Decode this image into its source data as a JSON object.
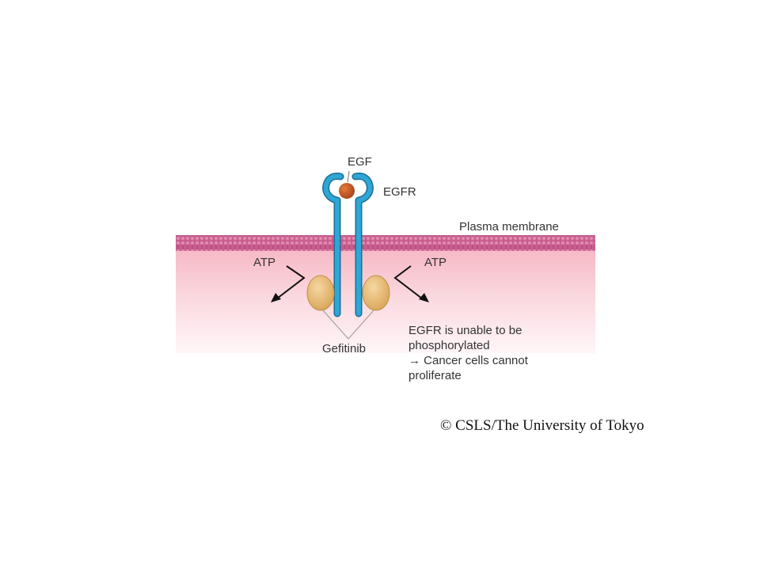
{
  "labels": {
    "egf": "EGF",
    "egfr": "EGFR",
    "plasma_membrane": "Plasma membrane",
    "atp_left": "ATP",
    "atp_right": "ATP",
    "gefitinib": "Gefitinib"
  },
  "note": {
    "line1": "EGFR is unable to be",
    "line2": "phosphorylated",
    "line3": "→ Cancer cells cannot",
    "line4": "proliferate"
  },
  "copyright": "© CSLS/The University of Tokyo",
  "colors": {
    "membrane": "#c95d8e",
    "receptor": "#2a9fd0",
    "egf": "#c0561e",
    "gefitinib": "#e2b66e",
    "cytoplasm_top": "#f6b9c5"
  }
}
